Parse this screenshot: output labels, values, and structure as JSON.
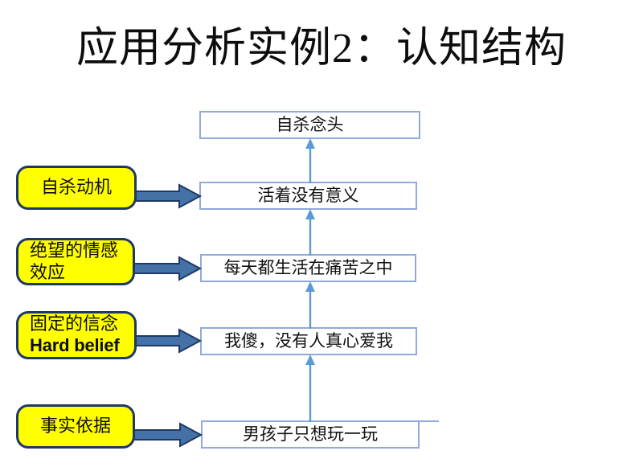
{
  "slide": {
    "title": "应用分析实例2：认知结构",
    "colors": {
      "statement_border": "#8FAADC",
      "tag_fill": "#FFFF00",
      "tag_border": "#1F3864",
      "block_arrow_fill": "#4472A8",
      "block_arrow_outline": "#1F3864",
      "connector_arrow": "#5B9BD5",
      "background": "#FFFFFF",
      "text": "#0D0D0D"
    }
  },
  "statements": [
    {
      "id": "stmt-box-1",
      "text": "自杀念头"
    },
    {
      "id": "stmt-box-2",
      "text": "活着没有意义"
    },
    {
      "id": "stmt-box-3",
      "text": "每天都生活在痛苦之中"
    },
    {
      "id": "stmt-box-4",
      "text": "我傻，没有人真心爱我"
    },
    {
      "id": "stmt-box-5",
      "text": "男孩子只想玩一玩"
    }
  ],
  "tags": [
    {
      "id": "tag-box-1",
      "text": "自杀动机"
    },
    {
      "id": "tag-box-2",
      "text": "绝望的情感\n效应"
    },
    {
      "id": "tag-box-3",
      "text_cjk": "固定的信念",
      "text_latin": "Hard belief"
    },
    {
      "id": "tag-box-4",
      "text": "事实依据"
    }
  ],
  "connectors": {
    "block_arrow_count": 4,
    "vertical_arrow_count": 4,
    "direction": "upward"
  }
}
